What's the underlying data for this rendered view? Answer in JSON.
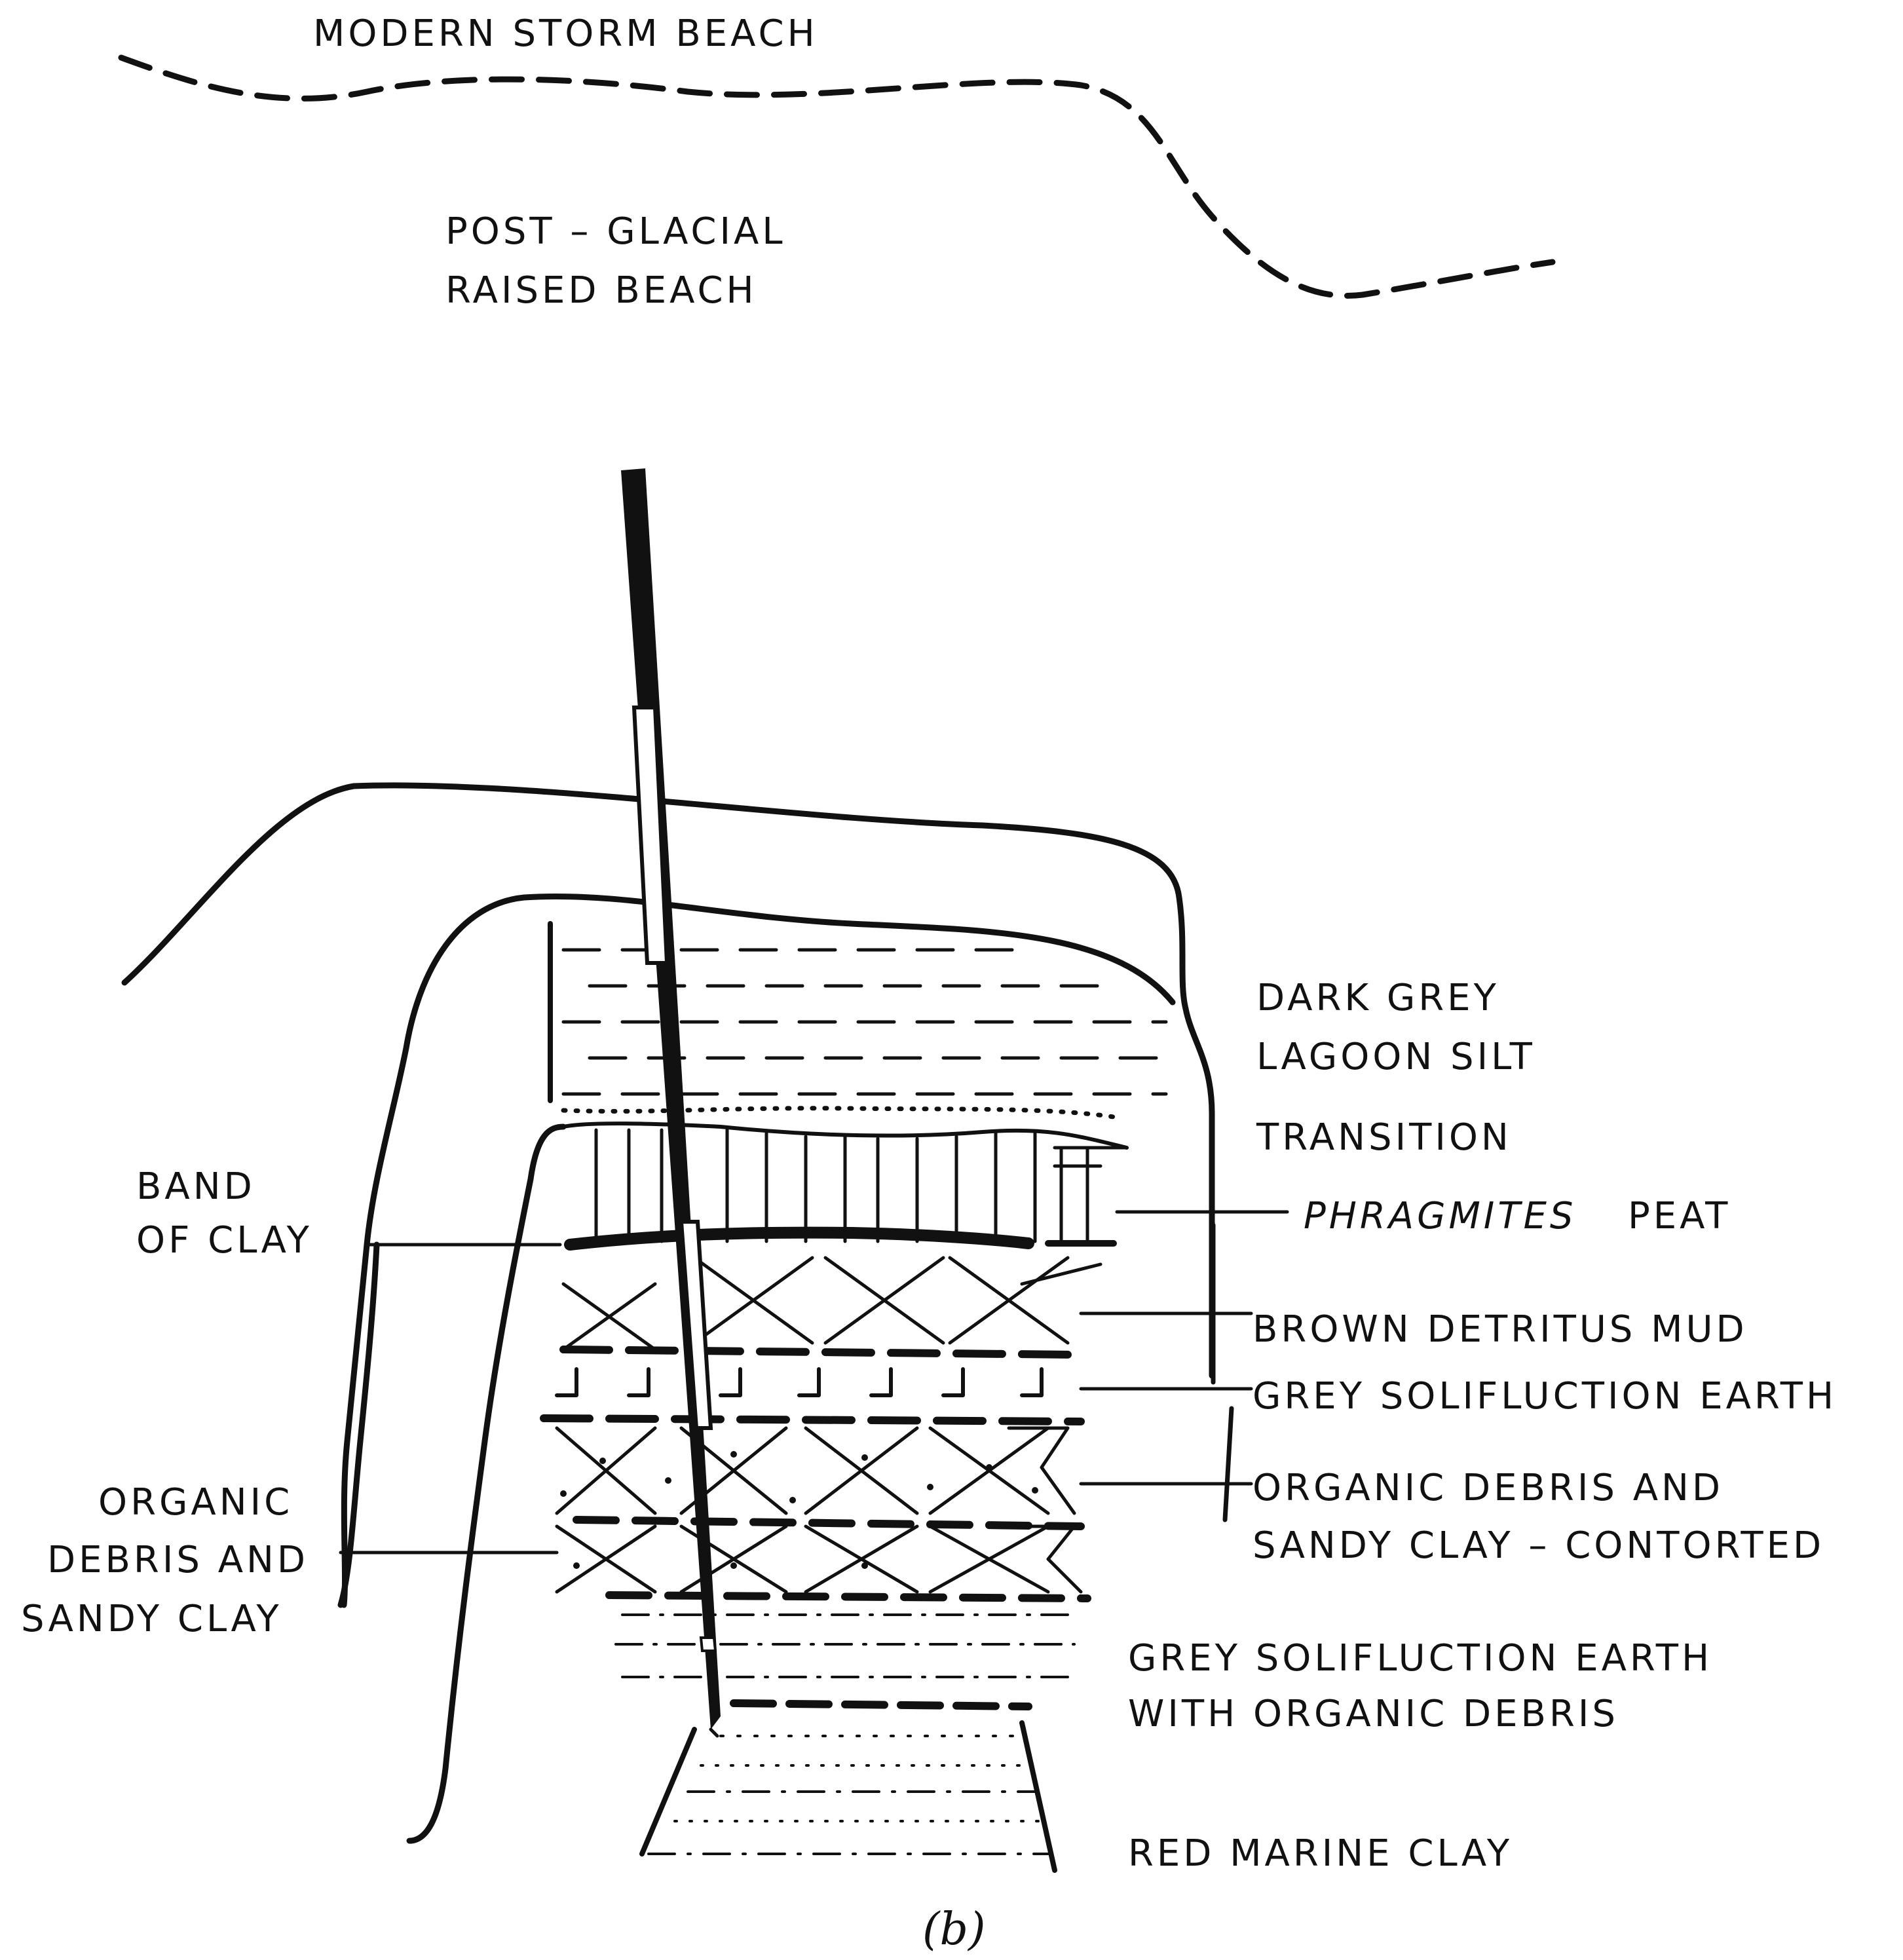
{
  "labels": {
    "modern_storm_beach": "MODERN STORM BEACH",
    "raised_beach_line1": "POST – GLACIAL",
    "raised_beach_line2": "RAISED BEACH",
    "dark_grey_line1": "DARK GREY",
    "dark_grey_line2": "LAGOON SILT",
    "transition": "TRANSITION",
    "phragmites": "PHRAGMITES",
    "peat": "PEAT",
    "band_line1": "BAND",
    "band_line2": "OF CLAY",
    "brown_detritus": "BROWN DETRITUS MUD",
    "grey_solifluction": "GREY SOLIFLUCTION EARTH",
    "organic_right_line1": "ORGANIC DEBRIS AND",
    "organic_right_line2": "SANDY CLAY – CONTORTED",
    "organic_left_line1": "ORGANIC",
    "organic_left_line2": "DEBRIS AND",
    "organic_left_line3": "SANDY CLAY",
    "grey_organic_line1": "GREY SOLIFLUCTION EARTH",
    "grey_organic_line2": "WITH ORGANIC DEBRIS",
    "red_marine": "RED MARINE CLAY",
    "caption": "(b)"
  }
}
